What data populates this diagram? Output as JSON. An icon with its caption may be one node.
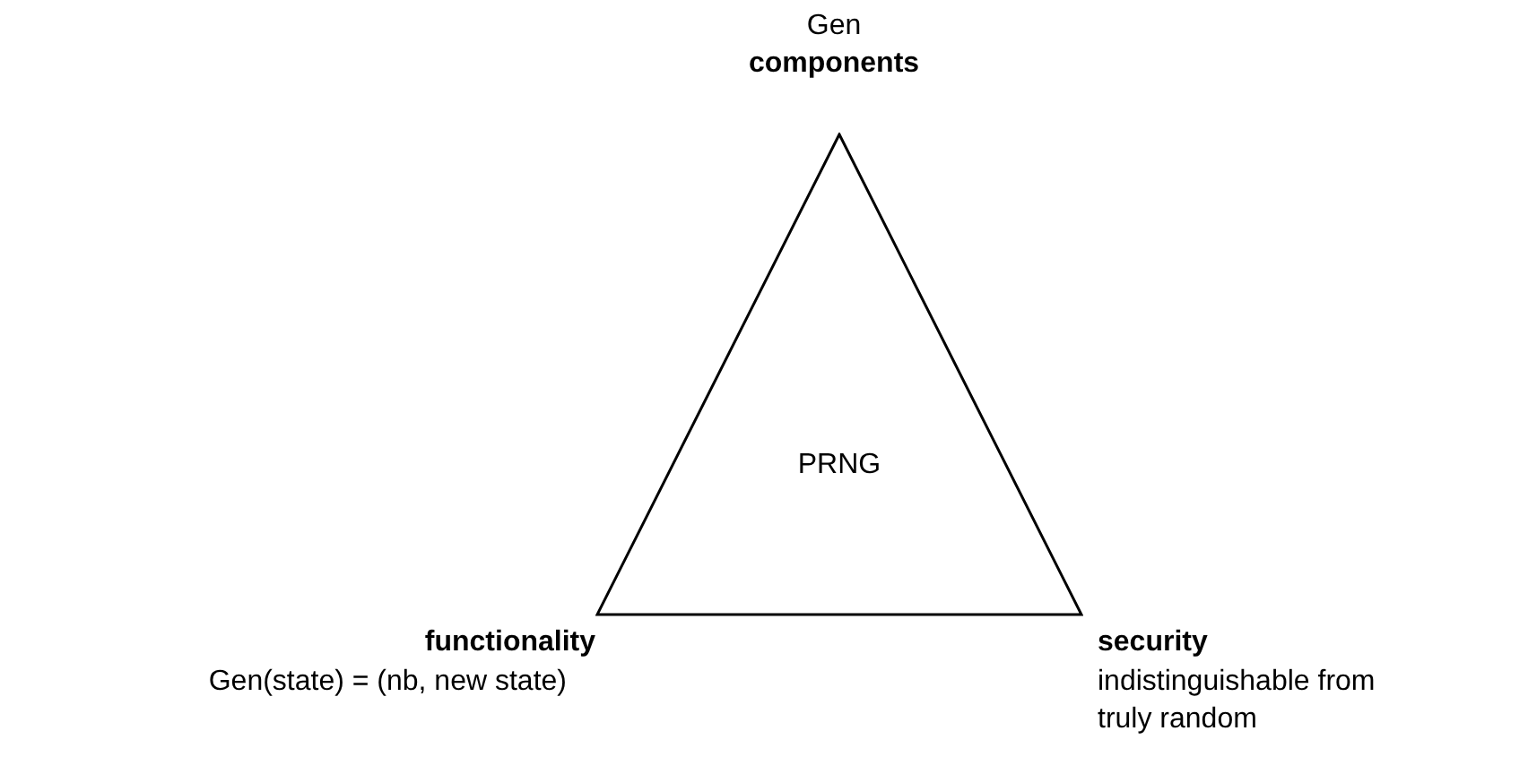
{
  "diagram": {
    "nodes": [
      {
        "text": [
          "PRNG"
        ]
      }
    ],
    "edges": [],
    "labels": [
      "Gen",
      "components",
      "functionality",
      "Gen(state) = (nb, new state)",
      "security",
      "indistinguishable from truly random"
    ]
  }
}
